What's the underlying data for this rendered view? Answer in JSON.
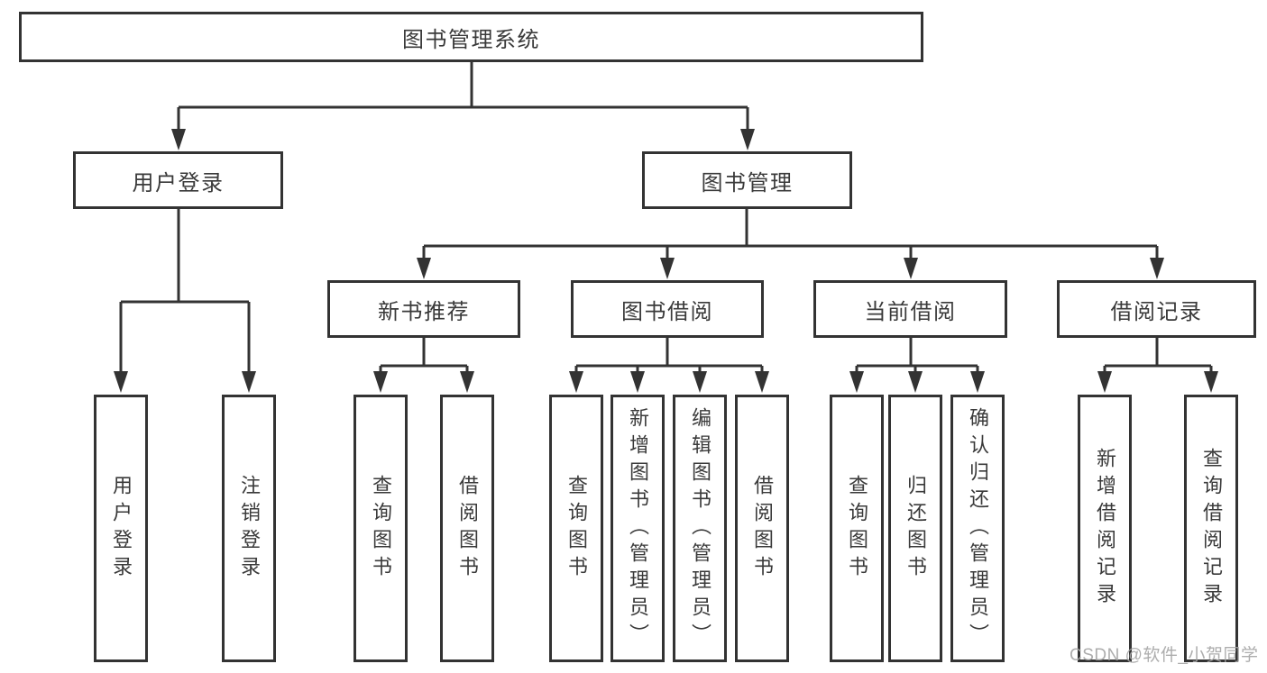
{
  "tree": {
    "root": {
      "label": "图书管理系统",
      "children": [
        {
          "label": "用户登录",
          "children": [
            {
              "label": "用户登录"
            },
            {
              "label": "注销登录"
            }
          ]
        },
        {
          "label": "图书管理",
          "children": [
            {
              "label": "新书推荐",
              "children": [
                {
                  "label": "查询图书"
                },
                {
                  "label": "借阅图书"
                }
              ]
            },
            {
              "label": "图书借阅",
              "children": [
                {
                  "label": "查询图书"
                },
                {
                  "label": "新增图书（管理员）"
                },
                {
                  "label": "编辑图书（管理员）"
                },
                {
                  "label": "借阅图书"
                }
              ]
            },
            {
              "label": "当前借阅",
              "children": [
                {
                  "label": "查询图书"
                },
                {
                  "label": "归还图书"
                },
                {
                  "label": "确认归还（管理员）"
                }
              ]
            },
            {
              "label": "借阅记录",
              "children": [
                {
                  "label": "新增借阅记录"
                },
                {
                  "label": "查询借阅记录"
                }
              ]
            }
          ]
        }
      ]
    }
  },
  "watermark": {
    "text": "CSDN @软件_小贺同学"
  },
  "colors": {
    "line": "#333333",
    "box_border": "#333333",
    "text": "#3a3a3a",
    "watermark": "#a4a4a4",
    "background": "#ffffff"
  }
}
